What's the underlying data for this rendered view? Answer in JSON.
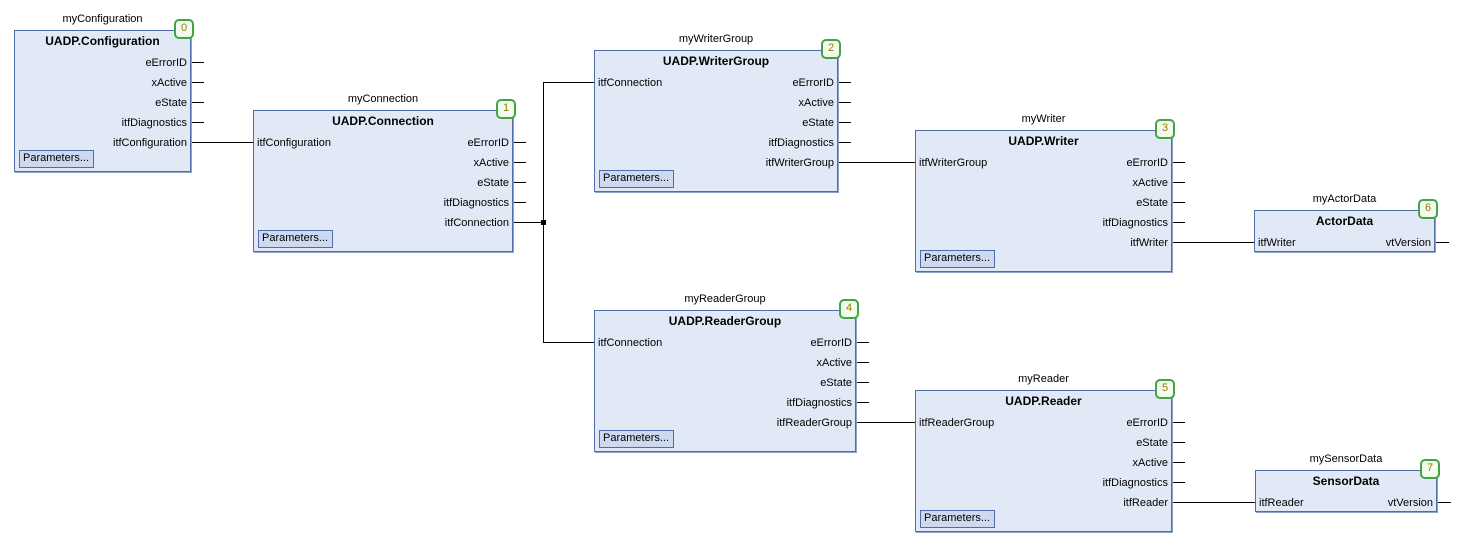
{
  "colors": {
    "canvas_bg": "#ffffff",
    "block_fill": "#e2e9f6",
    "block_border": "#4e6dab",
    "button_fill": "#ccd9ee",
    "badge_border": "#44a344",
    "badge_fill": "#f3faee",
    "badge_text": "#8b8000",
    "wire": "#000000"
  },
  "diagram": {
    "blocks": [
      {
        "instance_label": "myConfiguration",
        "type_name": "UADP.Configuration",
        "exec_order": "0",
        "inputs": [],
        "outputs": [
          "eErrorID",
          "xActive",
          "eState",
          "itfDiagnostics",
          "itfConfiguration"
        ],
        "params_label": "Parameters..."
      },
      {
        "instance_label": "myConnection",
        "type_name": "UADP.Connection",
        "exec_order": "1",
        "inputs": [
          "itfConfiguration"
        ],
        "outputs": [
          "eErrorID",
          "xActive",
          "eState",
          "itfDiagnostics",
          "itfConnection"
        ],
        "params_label": "Parameters..."
      },
      {
        "instance_label": "myWriterGroup",
        "type_name": "UADP.WriterGroup",
        "exec_order": "2",
        "inputs": [
          "itfConnection"
        ],
        "outputs": [
          "eErrorID",
          "xActive",
          "eState",
          "itfDiagnostics",
          "itfWriterGroup"
        ],
        "params_label": "Parameters..."
      },
      {
        "instance_label": "myWriter",
        "type_name": "UADP.Writer",
        "exec_order": "3",
        "inputs": [
          "itfWriterGroup"
        ],
        "outputs": [
          "eErrorID",
          "xActive",
          "eState",
          "itfDiagnostics",
          "itfWriter"
        ],
        "params_label": "Parameters..."
      },
      {
        "instance_label": "myReaderGroup",
        "type_name": "UADP.ReaderGroup",
        "exec_order": "4",
        "inputs": [
          "itfConnection"
        ],
        "outputs": [
          "eErrorID",
          "xActive",
          "eState",
          "itfDiagnostics",
          "itfReaderGroup"
        ],
        "params_label": "Parameters..."
      },
      {
        "instance_label": "myReader",
        "type_name": "UADP.Reader",
        "exec_order": "5",
        "inputs": [
          "itfReaderGroup"
        ],
        "outputs": [
          "eErrorID",
          "eState",
          "xActive",
          "itfDiagnostics",
          "itfReader"
        ],
        "params_label": "Parameters..."
      },
      {
        "instance_label": "myActorData",
        "type_name": "ActorData",
        "exec_order": "6",
        "inputs": [
          "itfWriter"
        ],
        "outputs": [
          "vtVersion"
        ]
      },
      {
        "instance_label": "mySensorData",
        "type_name": "SensorData",
        "exec_order": "7",
        "inputs": [
          "itfReader"
        ],
        "outputs": [
          "vtVersion"
        ]
      }
    ]
  }
}
